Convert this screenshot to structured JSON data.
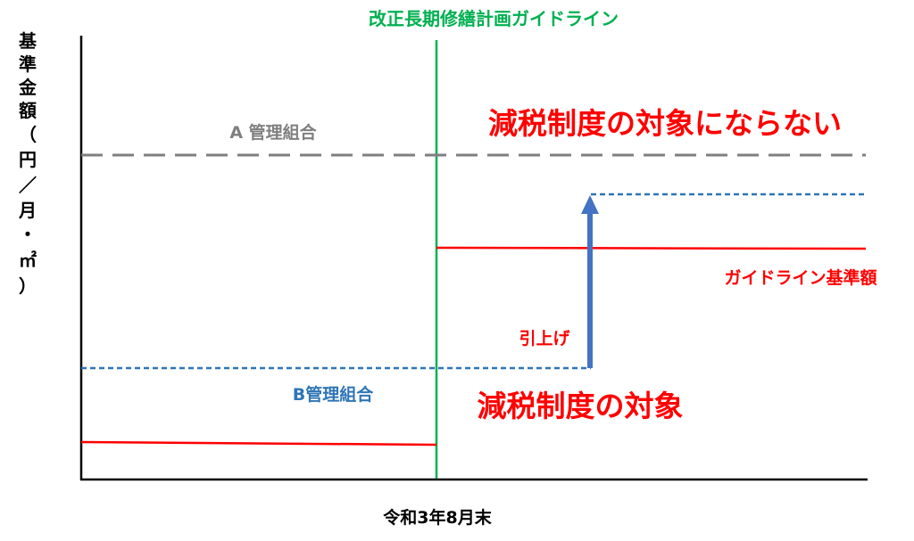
{
  "colors": {
    "axis": "#000000",
    "guideline_line": "#00b050",
    "group_a": "#7f7f7f",
    "group_b": "#2e75b6",
    "red": "#ff0000",
    "arrow": "#4472c4"
  },
  "labels": {
    "guideline_title": "改正長期修繕計画ガイドライン",
    "group_a": "A 管理組合",
    "group_b": "B管理組合",
    "not_eligible": "減税制度の対象にならない",
    "eligible": "減税制度の対象",
    "guideline_amount": "ガイドライン基準額",
    "raise": "引上げ",
    "x_axis": "令和3年8月末",
    "y_axis": [
      "基",
      "準",
      "金",
      "額",
      "（",
      "円",
      "／",
      "月",
      "・",
      "㎡",
      "）"
    ]
  }
}
